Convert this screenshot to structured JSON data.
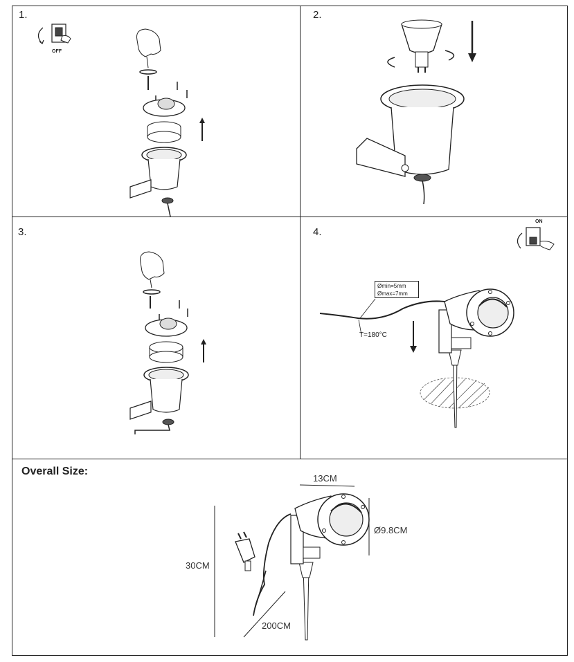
{
  "steps": [
    {
      "number": "1.",
      "switch_state": "OFF"
    },
    {
      "number": "2."
    },
    {
      "number": "3."
    },
    {
      "number": "4.",
      "switch_state": "ON"
    }
  ],
  "cable_spec": {
    "min_diameter": "Ømin=5mm",
    "max_diameter": "Ømax=7mm",
    "temperature": "T=180°C"
  },
  "overall_size": {
    "title": "Overall Size:",
    "width": "13CM",
    "diameter": "Ø9.8CM",
    "height": "30CM",
    "cable_length": "200CM"
  }
}
